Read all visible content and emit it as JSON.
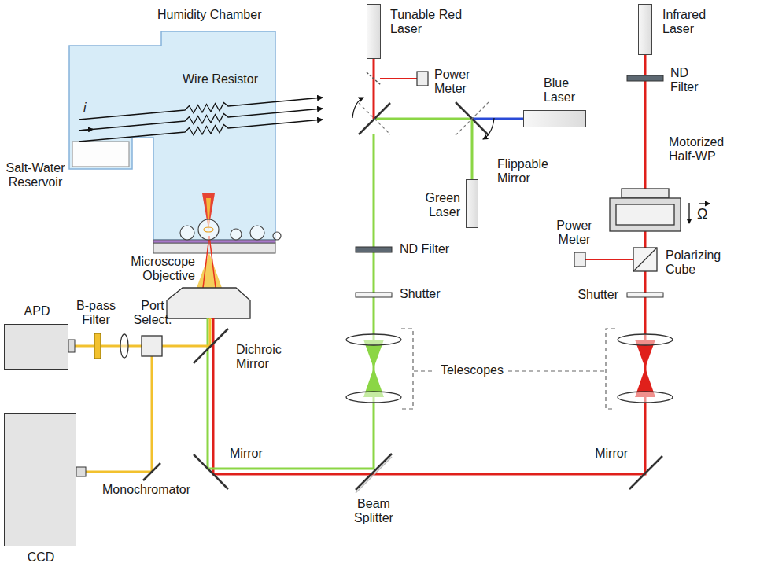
{
  "diagram": {
    "nodes": [
      {
        "text": [
          "Humidity Chamber"
        ]
      },
      {
        "text": [
          "Tunable Red Laser"
        ]
      },
      {
        "text": [
          "Blue Laser"
        ]
      },
      {
        "text": [
          "Green Laser"
        ]
      },
      {
        "text": [
          "Infrared Laser"
        ]
      },
      {
        "text": [
          "APD"
        ]
      },
      {
        "text": [
          "CCD"
        ]
      }
    ],
    "labels": [
      "Wire Resistor",
      "i",
      "Salt-Water Reservoir",
      "Microscope Objective",
      "Power Meter",
      "Flippable Mirror",
      "ND Filter",
      "Shutter",
      "Telescopes",
      "ND Filter",
      "Motorized Half-WP",
      "Ω",
      "Power Meter",
      "Polarizing Cube",
      "Shutter",
      "Mirror",
      "Beam Splitter",
      "Mirror",
      "Dichroic Mirror",
      "B-pass Filter",
      "Port Select.",
      "Monochromator"
    ]
  }
}
